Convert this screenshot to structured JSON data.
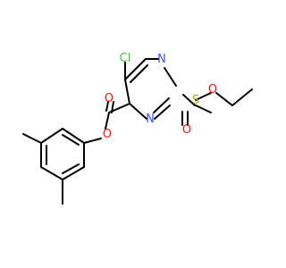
{
  "atoms": {
    "cl": {
      "label": "Cl",
      "color": "#33cc33"
    },
    "n3": {
      "label": "N",
      "color": "#3050f8"
    },
    "n1": {
      "label": "N",
      "color": "#3050f8"
    },
    "s": {
      "label": "S",
      "color": "#b2a800"
    },
    "o_sa": {
      "label": "O",
      "color": "#ff0d0d"
    },
    "o_sb": {
      "label": "O",
      "color": "#ff0d0d"
    },
    "o_carbonyl": {
      "label": "O",
      "color": "#ff0d0d"
    },
    "o_ester": {
      "label": "O",
      "color": "#ff0d0d"
    }
  }
}
